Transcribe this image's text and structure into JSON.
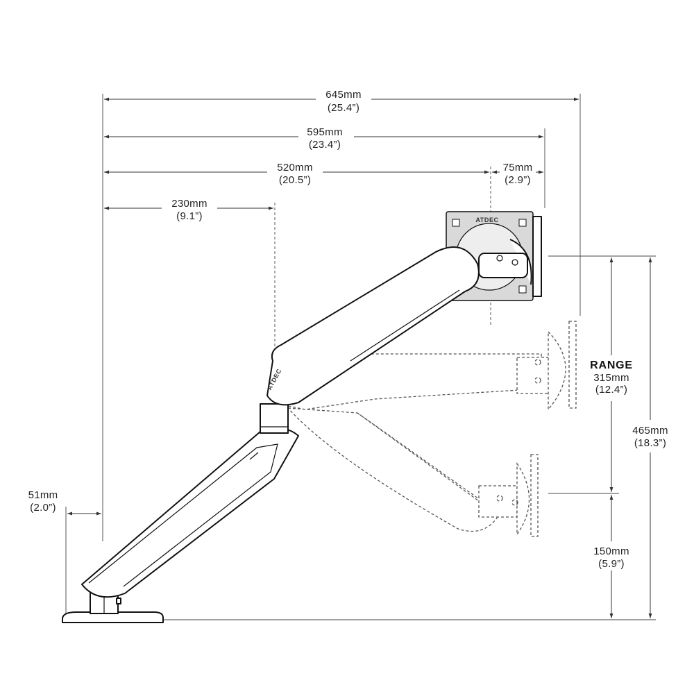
{
  "brand_label": "ATDEC",
  "dimensions": {
    "overall_width": {
      "mm": "645mm",
      "inch": "(25.4”)"
    },
    "reach_to_vesa": {
      "mm": "595mm",
      "inch": "(23.4”)"
    },
    "arm_reach": {
      "mm": "520mm",
      "inch": "(20.5”)"
    },
    "head_depth": {
      "mm": "75mm",
      "inch": "(2.9”)"
    },
    "lower_arm": {
      "mm": "230mm",
      "inch": "(9.1”)"
    },
    "base_offset": {
      "mm": "51mm",
      "inch": "(2.0”)"
    },
    "range": {
      "title": "RANGE",
      "mm": "315mm",
      "inch": "(12.4”)"
    },
    "max_height": {
      "mm": "465mm",
      "inch": "(18.3”)"
    },
    "min_height": {
      "mm": "150mm",
      "inch": "(5.9”)"
    }
  }
}
